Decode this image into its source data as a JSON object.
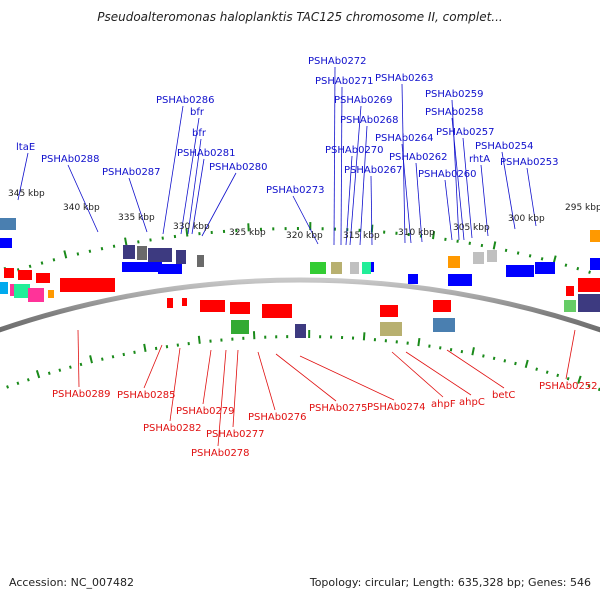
{
  "title": "Pseudoalteromonas haloplanktis TAC125 chromosome II, complet...",
  "footer": {
    "accession": "Accession: NC_007482",
    "summary": "Topology: circular; Length: 635,328 bp; Genes: 546"
  },
  "colors": {
    "forward_label": "#1010cc",
    "reverse_label": "#e01010",
    "forward_gene": "#0000ff",
    "reverse_gene": "#ff0000",
    "backbone": "#808080",
    "ticks": "#1a8a1a"
  },
  "scale_labels": [
    "345 kbp",
    "340 kbp",
    "335 kbp",
    "330 kbp",
    "325 kbp",
    "320 kbp",
    "315 kbp",
    "310 kbp",
    "305 kbp",
    "300 kbp",
    "295 kbp"
  ],
  "forward_labels": [
    "ltaE",
    "PSHAb0288",
    "PSHAb0287",
    "PSHAb0286",
    "bfr",
    "bfr",
    "PSHAb0281",
    "PSHAb0280",
    "PSHAb0273",
    "PSHAb0272",
    "PSHAb0271",
    "PSHAb0269",
    "PSHAb0268",
    "PSHAb0270",
    "PSHAb0267",
    "PSHAb0263",
    "PSHAb0264",
    "PSHAb0262",
    "PSHAb0259",
    "PSHAb0258",
    "PSHAb0257",
    "PSHAb0260",
    "rhtA",
    "PSHAb0254",
    "PSHAb0253"
  ],
  "reverse_labels": [
    "PSHAb0289",
    "PSHAb0285",
    "PSHAb0282",
    "PSHAb0279",
    "PSHAb0277",
    "PSHAb0278",
    "PSHAb0276",
    "PSHAb0275",
    "PSHAb0274",
    "ahpF",
    "ahpC",
    "betC",
    "PSHAb0252"
  ]
}
